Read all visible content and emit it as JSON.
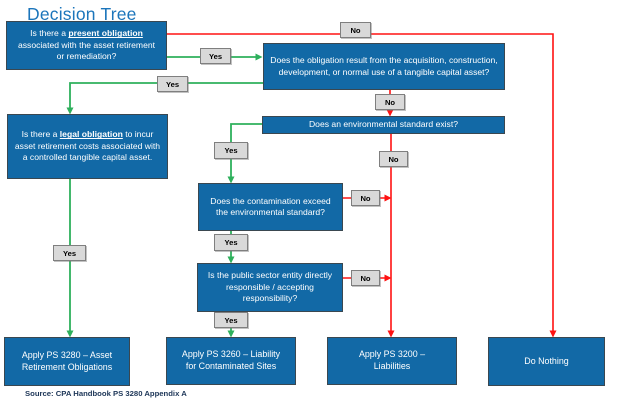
{
  "title": "Decision Tree",
  "source": "Source: CPA Handbook PS 3280 Appendix A",
  "labels": {
    "yes": "Yes",
    "no": "No"
  },
  "colors": {
    "node_fill": "#1269A6",
    "yes_line": "#2EB05C",
    "no_line": "#FF1212",
    "chip_fill": "#D9D9D9",
    "title_blue": "#1B75BB"
  },
  "nodes": {
    "present_obligation": {
      "before": "Is there a ",
      "em": "present obligation",
      "after": " associated with the asset retirement or remediation?"
    },
    "acquisition": {
      "text": "Does the obligation result from the acquisition, construction, development, or normal use of a tangible capital asset?"
    },
    "legal_obligation": {
      "before": "Is there a ",
      "em": "legal obligation",
      "after": " to incur asset retirement costs associated with a controlled tangible capital asset."
    },
    "env_standard": {
      "text": "Does an environmental standard exist?"
    },
    "contamination": {
      "text": "Does the contamination exceed the environmental standard?"
    },
    "responsibility": {
      "text": "Is the public sector entity directly responsible / accepting responsibility?"
    },
    "ps3280": {
      "text": "Apply PS 3280 – Asset Retirement Obligations"
    },
    "ps3260": {
      "text": "Apply PS 3260 – Liability for Contaminated Sites"
    },
    "ps3200": {
      "text": "Apply PS 3200 – Liabilities"
    },
    "do_nothing": {
      "text": "Do Nothing"
    }
  }
}
